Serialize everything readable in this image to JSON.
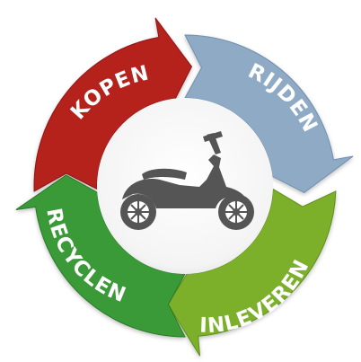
{
  "cycle": {
    "segments": [
      {
        "id": "kopen",
        "label": "KOPEN",
        "color": "#b5201f",
        "shade": "#8e1716"
      },
      {
        "id": "rijden",
        "label": "RIJDEN",
        "color": "#8eaac5",
        "shade": "#6f8fae"
      },
      {
        "id": "inleveren",
        "label": "INLEVEREN",
        "color": "#7cb02c",
        "shade": "#5f8e1c"
      },
      {
        "id": "recyclen",
        "label": "RECYCLEN",
        "color": "#3a9a37",
        "shade": "#2b7a29"
      }
    ],
    "center_icon": "scooter-icon",
    "center_fill": "#ffffff",
    "icon_color": "#555555"
  }
}
